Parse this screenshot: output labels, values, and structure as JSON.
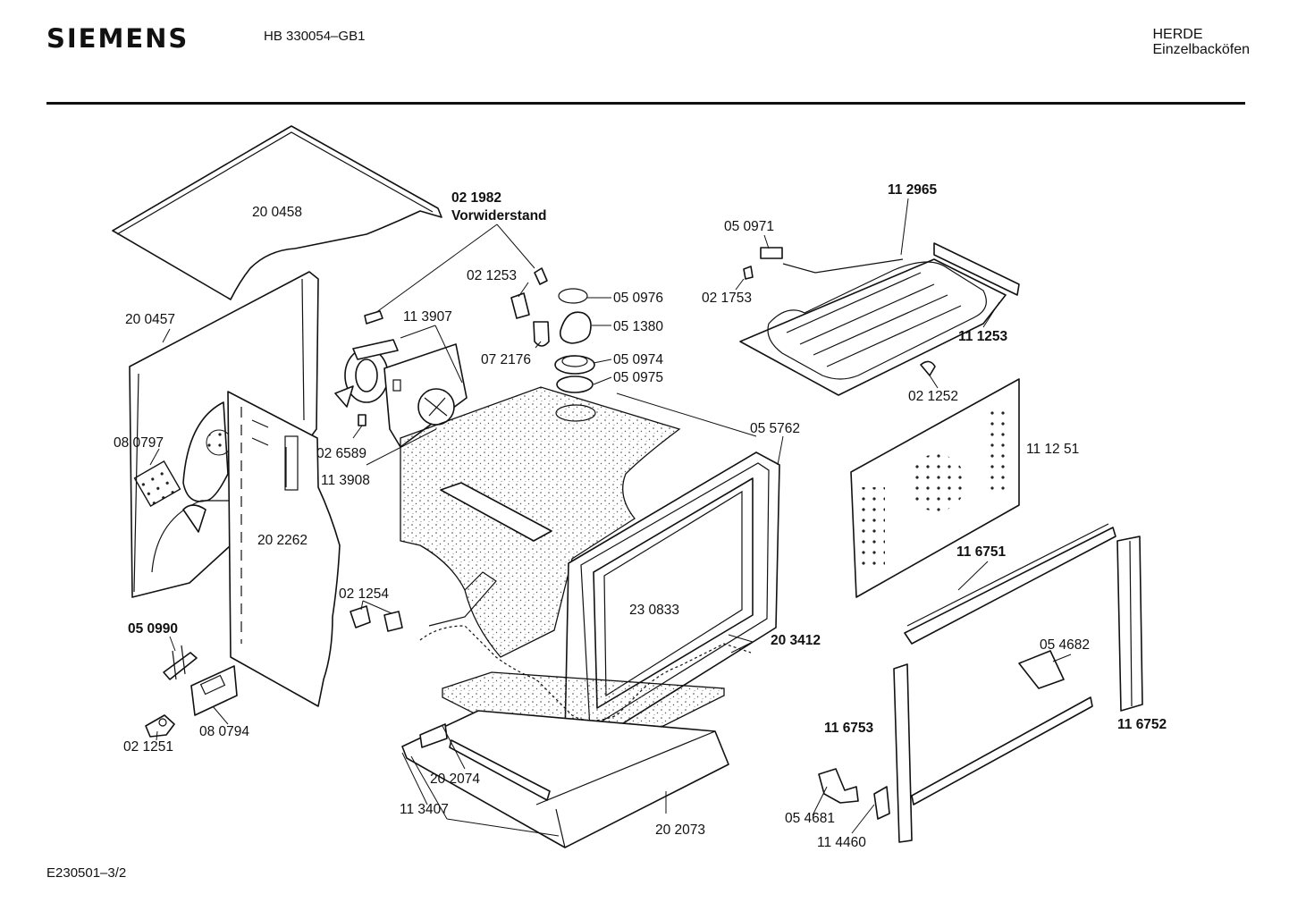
{
  "header": {
    "brand": "SIEMENS",
    "model": "HB 330054–GB1",
    "category_line1": "HERDE",
    "category_line2": "Einzelbacköfen"
  },
  "footer": {
    "code": "E230501–3/2"
  },
  "parts": {
    "p200458": "20 0458",
    "p021982": "02 1982",
    "vorwiderstand": "Vorwiderstand",
    "p021253": "02 1253",
    "p050976": "05 0976",
    "p051380": "05 1380",
    "p072176": "07 2176",
    "p050974": "05 0974",
    "p050975": "05 0975",
    "p200457": "20 0457",
    "p113907": "11 3907",
    "p080797": "08 0797",
    "p026589": "02 6589",
    "p113908": "11 3908",
    "p202262": "20 2262",
    "p112965": "11 2965",
    "p050971": "05 0971",
    "p021753": "02 1753",
    "p111253": "11 1253",
    "p021252": "02 1252",
    "p055762": "05 5762",
    "p111251": "11  12 51",
    "p116751": "11 6751",
    "p230833": "23 0833",
    "p021254": "02 1254",
    "p203412": "20 3412",
    "p054682": "05 4682",
    "p050990": "05 0990",
    "p080794": "08 0794",
    "p021251": "02 1251",
    "p202074": "20 2074",
    "p113407": "11 3407",
    "p202073": "20 2073",
    "p116753": "11 6753",
    "p116752": "11 6752",
    "p054681": "05 4681",
    "p114460": "11 4460"
  }
}
